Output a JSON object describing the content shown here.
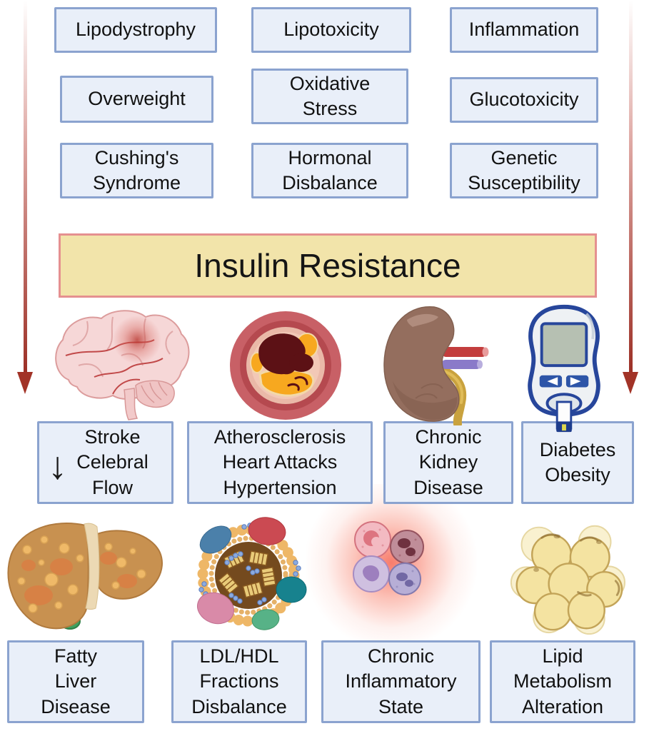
{
  "figure_title": "Insulin Resistance",
  "colors": {
    "box_fill": "#e9eff9",
    "box_border": "#8ba3cf",
    "banner_fill": "#f2e4aa",
    "banner_border": "#e59090",
    "arrow_red": "#a23327",
    "text": "#111111"
  },
  "causes": [
    {
      "label": "Lipodystrophy"
    },
    {
      "label": "Lipotoxicity"
    },
    {
      "label": "Inflammation"
    },
    {
      "label": "Overweight"
    },
    {
      "label": [
        "Oxidative",
        "Stress"
      ]
    },
    {
      "label": "Glucotoxicity"
    },
    {
      "label": [
        "Cushing's",
        "Syndrome"
      ]
    },
    {
      "label": [
        "Hormonal",
        "Disbalance"
      ]
    },
    {
      "label": [
        "Genetic",
        "Susceptibility"
      ]
    }
  ],
  "central_box": {
    "label": "Insulin Resistance"
  },
  "icons_row1": [
    {
      "name": "brain-with-stroke"
    },
    {
      "name": "atherosclerotic-vessel"
    },
    {
      "name": "kidney"
    },
    {
      "name": "glucometer"
    }
  ],
  "consequences_row1": [
    {
      "arrow_icon": "↓",
      "label": [
        "Stroke",
        "Celebral",
        "Flow"
      ]
    },
    {
      "label": [
        "Atherosclerosis",
        "Heart Attacks",
        "Hypertension"
      ]
    },
    {
      "label": [
        "Chronic",
        "Kidney",
        "Disease"
      ]
    },
    {
      "label": [
        "Diabetes",
        "Obesity"
      ]
    }
  ],
  "icons_row2": [
    {
      "name": "fatty-liver"
    },
    {
      "name": "ldl-particle"
    },
    {
      "name": "inflammatory-cells"
    },
    {
      "name": "fat-cells"
    }
  ],
  "consequences_row2": [
    {
      "label": [
        "Fatty",
        "Liver",
        "Disease"
      ]
    },
    {
      "label": [
        "LDL/HDL",
        "Fractions",
        "Disbalance"
      ]
    },
    {
      "label": [
        "Chronic",
        "Inflammatory",
        "State"
      ]
    },
    {
      "label": [
        "Lipid",
        "Metabolism",
        "Alteration"
      ]
    }
  ]
}
